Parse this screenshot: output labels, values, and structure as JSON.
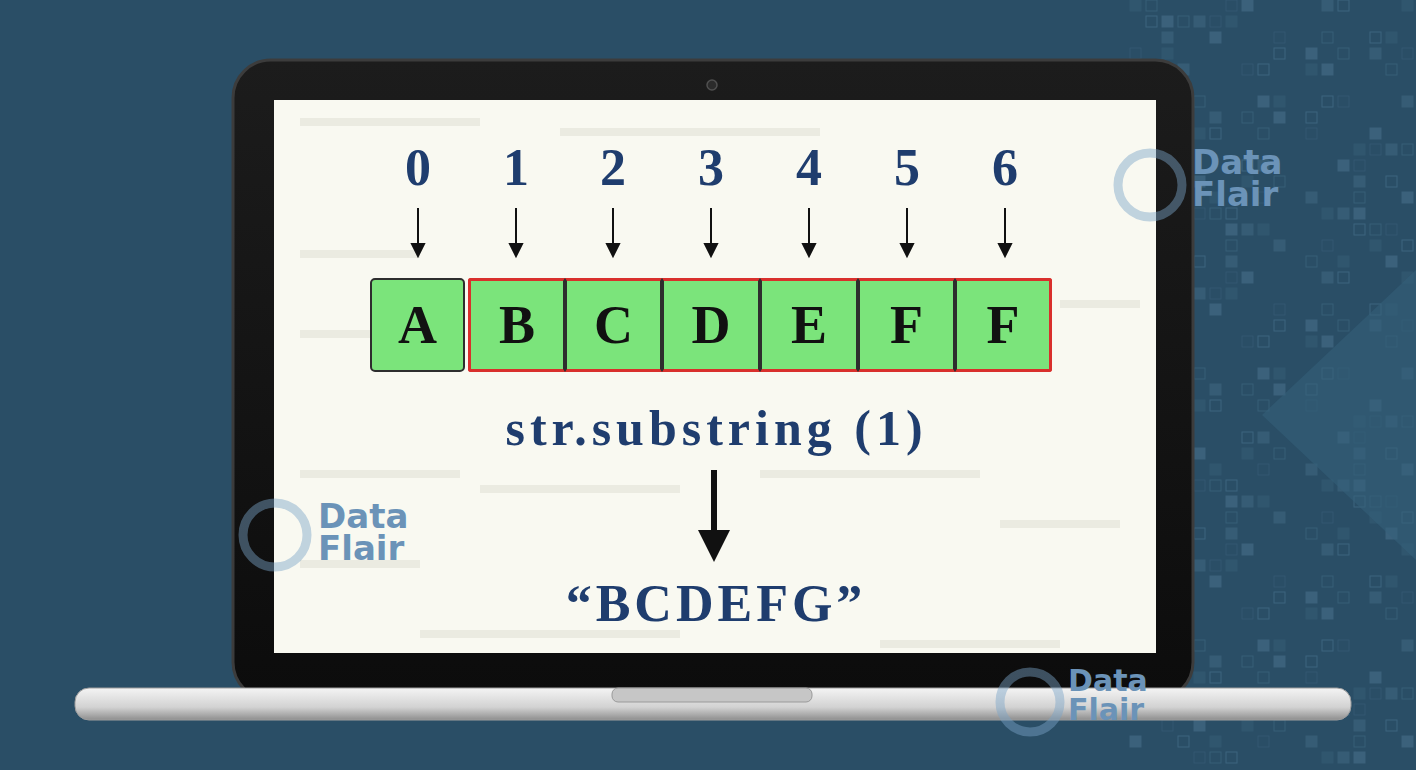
{
  "diagram": {
    "nodes": [
      {
        "text": [
          "A"
        ]
      },
      {
        "text": [
          "B"
        ]
      },
      {
        "text": [
          "C"
        ]
      },
      {
        "text": [
          "D"
        ]
      },
      {
        "text": [
          "E"
        ]
      },
      {
        "text": [
          "F"
        ]
      },
      {
        "text": [
          "F"
        ]
      }
    ],
    "labels": [
      "0",
      "1",
      "2",
      "3",
      "4",
      "5",
      "6",
      "str.substring (1)",
      "“BCDEFG”",
      "Data Flair",
      "Data Flair",
      "Data Flair"
    ]
  }
}
